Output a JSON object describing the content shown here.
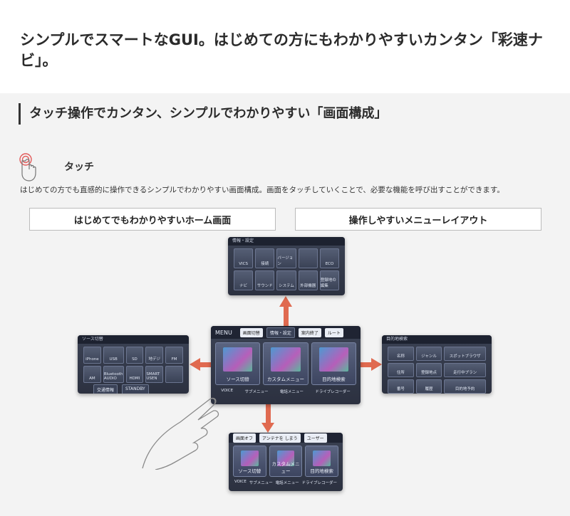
{
  "page": {
    "title": "シンプルでスマートなGUI。はじめての方にもわかりやすいカンタン「彩速ナビ」。",
    "section_heading": "タッチ操作でカンタン、シンプルでわかりやすい「画面構成」",
    "touch_label": "タッチ",
    "description": "はじめての方でも直感的に操作できるシンプルでわかりやすい画面構成。画面をタッチしていくことで、必要な機能を呼び出すことができます。",
    "label_left": "はじめてでもわかりやすいホーム画面",
    "label_right": "操作しやすいメニューレイアウト"
  },
  "screens": {
    "top": {
      "bar": "情報・設定",
      "tiles": [
        "VICS",
        "接続",
        "バージョン",
        "",
        "ECO",
        "ナビ",
        "サウンド",
        "システム",
        "外部機器",
        "登録地の編集"
      ]
    },
    "left": {
      "bar": "ソース切替",
      "tiles": [
        "iPhone",
        "USB",
        "SD",
        "地デジ",
        "FM",
        "AM",
        "Bluetooth AUDIO",
        "HDMI",
        "SMART USEN",
        ""
      ],
      "foot": [
        "交通情報",
        "STANDBY"
      ]
    },
    "right": {
      "bar": "目的地検索",
      "tiles": [
        "名称",
        "ジャンル",
        "スポットブラウザ",
        "住所",
        "登録地点",
        "走行中プラン",
        "番号",
        "履歴",
        "目的地予約"
      ]
    },
    "main": {
      "menu": "MENU",
      "pills": [
        "画面切替",
        "情報・設定",
        "案内終了",
        "ルート"
      ],
      "tiles": [
        "ソース切替",
        "カスタムメニュー",
        "目的地検索"
      ],
      "foot": [
        "VOICE",
        "サブメニュー",
        "電話メニュー",
        "ドライブレコーダー"
      ]
    },
    "bottom": {
      "pills": [
        "画面オフ",
        "アンテナを しまう",
        "ユーザー"
      ],
      "tiles": [
        "ソース切替",
        "カスタムメニュー",
        "目的地検索"
      ],
      "foot": [
        "VOICE",
        "サブメニュー",
        "電話メニュー",
        "ドライブレコーダー"
      ]
    }
  },
  "colors": {
    "arrow": "#e06a50",
    "panel": "#f3f3f3"
  }
}
